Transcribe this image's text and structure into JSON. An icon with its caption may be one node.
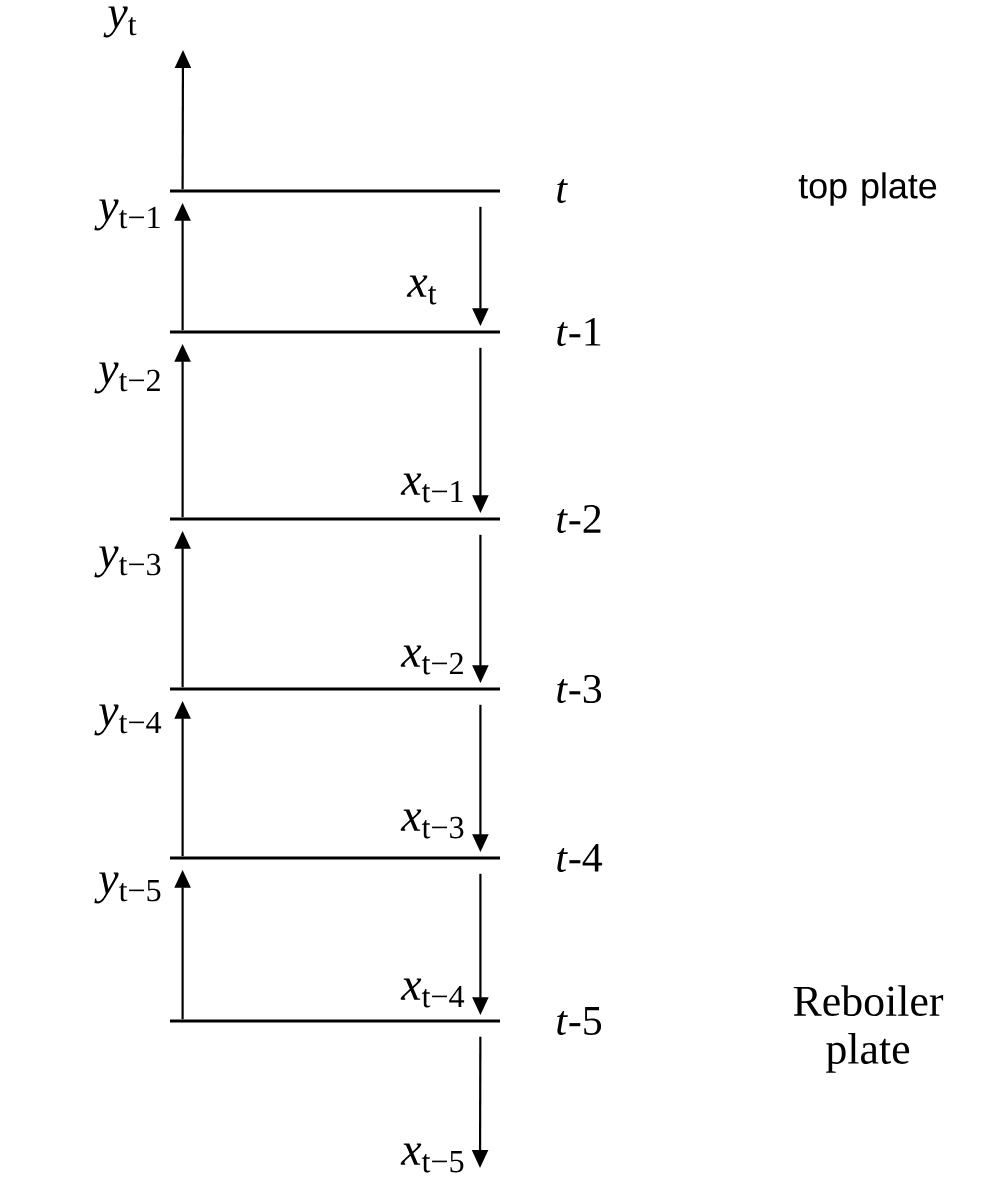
{
  "diagram": {
    "nodes": [
      {
        "text": [],
        "shape": "bar",
        "beside": [
          "*t*"
        ]
      },
      {
        "text": [],
        "shape": "bar",
        "beside": [
          "*t*-1"
        ]
      },
      {
        "text": [],
        "shape": "bar",
        "beside": [
          "*t*-2"
        ]
      },
      {
        "text": [],
        "shape": "bar",
        "beside": [
          "*t*-3"
        ]
      },
      {
        "text": [],
        "shape": "bar",
        "beside": [
          "*t*-4"
        ]
      },
      {
        "text": [],
        "shape": "bar",
        "beside": [
          "*t*-5"
        ]
      }
    ],
    "labels": [
      "top plate",
      "Reboiler plate"
    ],
    "edges": [
      {
        "from": 0,
        "to": null,
        "arrow": "to",
        "label": "*y*$_{t}$"
      },
      {
        "from": 1,
        "to": 0,
        "arrow": "to",
        "label": "*y*$_{t−1}$"
      },
      {
        "from": 0,
        "to": 1,
        "arrow": "to",
        "label": "*x*$_{t}$"
      },
      {
        "from": 2,
        "to": 1,
        "arrow": "to",
        "label": "*y*$_{t−2}$"
      },
      {
        "from": 1,
        "to": 2,
        "arrow": "to",
        "label": "*x*$_{t−1}$"
      },
      {
        "from": 3,
        "to": 2,
        "arrow": "to",
        "label": "*y*$_{t−3}$"
      },
      {
        "from": 2,
        "to": 3,
        "arrow": "to",
        "label": "*x*$_{t−2}$"
      },
      {
        "from": 4,
        "to": 3,
        "arrow": "to",
        "label": "*y*$_{t−4}$"
      },
      {
        "from": 3,
        "to": 4,
        "arrow": "to",
        "label": "*x*$_{t−3}$"
      },
      {
        "from": 5,
        "to": 4,
        "arrow": "to",
        "label": "*y*$_{t−5}$"
      },
      {
        "from": 4,
        "to": 5,
        "arrow": "to",
        "label": "*x*$_{t−4}$"
      },
      {
        "from": 5,
        "to": null,
        "arrow": "to",
        "label": "*x*$_{t−5}$"
      }
    ]
  }
}
